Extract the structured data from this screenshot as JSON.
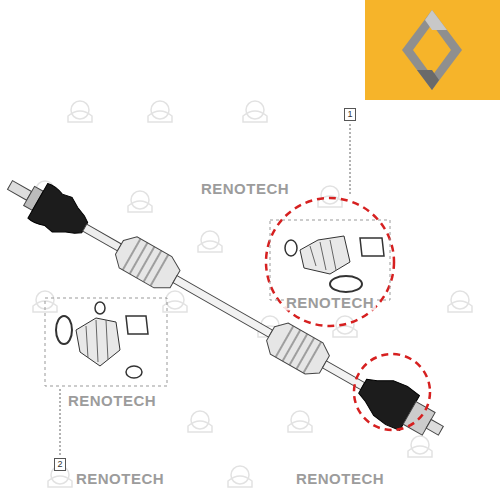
{
  "diagram": {
    "nodes": [
      {
        "text": [
          "1"
        ]
      },
      {
        "text": [
          "2"
        ]
      }
    ],
    "labels": [
      "RENOTECH",
      "RENOTECH",
      "RENOTECH",
      "RENOTECH",
      "RENOTECH"
    ]
  }
}
